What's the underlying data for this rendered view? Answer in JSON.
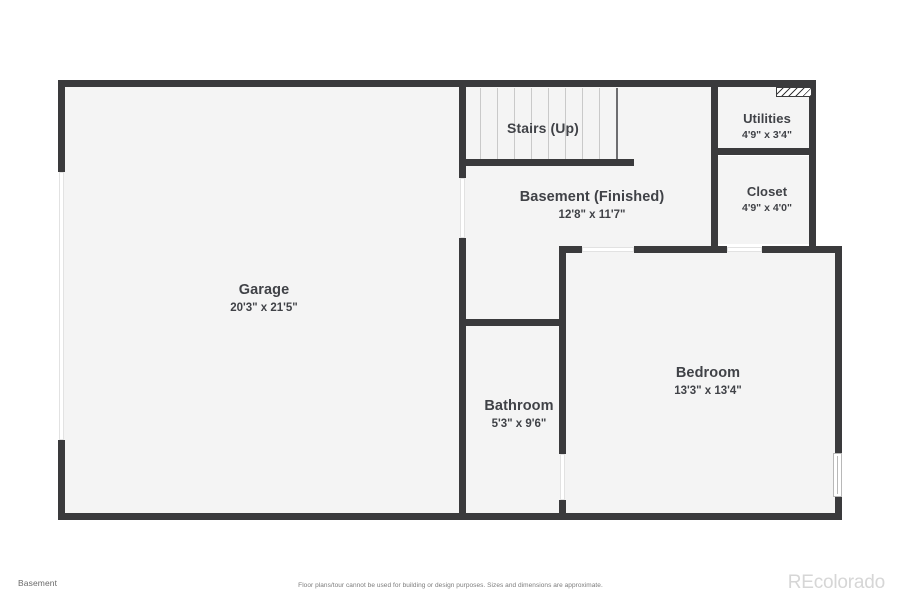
{
  "floorplan": {
    "title": "Basement",
    "disclaimer": "Floor plans/tour cannot be used for building or design purposes. Sizes and dimensions are approximate.",
    "logo": "REcolorado",
    "rooms": [
      {
        "id": "garage",
        "name": "Garage",
        "dims": "20'3\" x 21'5\""
      },
      {
        "id": "stairs",
        "name": "Stairs (Up)",
        "dims": ""
      },
      {
        "id": "basement",
        "name": "Basement (Finished)",
        "dims": "12'8\" x 11'7\""
      },
      {
        "id": "utilities",
        "name": "Utilities",
        "dims": "4'9\" x 3'4\""
      },
      {
        "id": "closet",
        "name": "Closet",
        "dims": "4'9\" x 4'0\""
      },
      {
        "id": "bedroom",
        "name": "Bedroom",
        "dims": "13'3\" x 13'4\""
      },
      {
        "id": "bathroom",
        "name": "Bathroom",
        "dims": "5'3\" x 9'6\""
      }
    ],
    "colors": {
      "wall": "#3a3a3c",
      "room_fill": "#f4f4f4",
      "label_text": "#404247",
      "background": "#ffffff",
      "logo": "#d6d6d6"
    }
  }
}
